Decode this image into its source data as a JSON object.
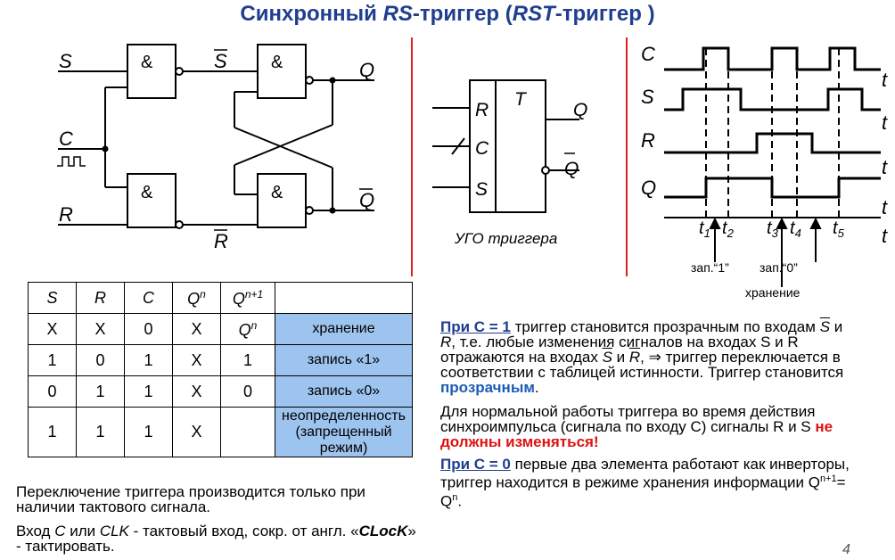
{
  "title": {
    "part1": "Синхронный ",
    "part2": "RS",
    "part3": "-триггер (",
    "part4": "RST",
    "part5": "-триггер )"
  },
  "circuit": {
    "S": "S",
    "C": "C",
    "R": "R",
    "Sbar": "S",
    "Rbar": "R",
    "Q": "Q",
    "Qbar": "Q",
    "and": "&"
  },
  "ugo": {
    "R": "R",
    "C": "C",
    "S": "S",
    "T": "T",
    "Q": "Q",
    "Qbar": "Q",
    "caption": "УГО триггера"
  },
  "timing": {
    "labels": [
      "C",
      "S",
      "R",
      "Q"
    ],
    "axis": "t",
    "t_marks": [
      "t",
      "t",
      "t",
      "t",
      "t"
    ],
    "t_subs": [
      "1",
      "2",
      "3",
      "4",
      "5"
    ],
    "zap1": "зап.“1”",
    "zap0": "зап.“0”",
    "storage": "хранение"
  },
  "truth_table": {
    "headers": [
      "S",
      "R",
      "C",
      "Q",
      "Q"
    ],
    "header_sups": [
      "n",
      "n+1"
    ],
    "rows": [
      {
        "S": "X",
        "R": "X",
        "C": "0",
        "Qn": "X",
        "Qn1": "Q",
        "Qn1_sup": "n",
        "mode": "хранение"
      },
      {
        "S": "1",
        "R": "0",
        "C": "1",
        "Qn": "X",
        "Qn1": "1",
        "Qn1_sup": "",
        "mode": "запись «1»"
      },
      {
        "S": "0",
        "R": "1",
        "C": "1",
        "Qn": "X",
        "Qn1": "0",
        "Qn1_sup": "",
        "mode": "запись «0»"
      },
      {
        "S": "1",
        "R": "1",
        "C": "1",
        "Qn": "X",
        "Qn1": "",
        "Qn1_sup": "",
        "mode": "неопределенность",
        "mode2": "(запрещенный режим)"
      }
    ]
  },
  "left_text": {
    "p1": "Переключение триггера производится только при наличии тактового сигнала.",
    "p2a": "Вход ",
    "p2b": "C",
    "p2c": " или ",
    "p2d": "CLK",
    "p2e": " - тактовый вход, сокр. от англ. «",
    "p2f": "CLocK",
    "p2g": "» - тактировать."
  },
  "right_text": {
    "p1_link": "При C = 1",
    "p1_a": " триггер становится прозрачным по входам ",
    "p1_S": "S",
    "p1_b": " и ",
    "p1_R": "R",
    "p1_c": ", т.е. любые изменения сигналов на входах S и R отражаются на входах ",
    "p1_S2": "S",
    "p1_d": " и ",
    "p1_R2": "R",
    "p1_e": ", ⇒ триггер переключается в соответствии с таблицей истинности. Триггер становится ",
    "p1_blue": "прозрачным",
    "p1_f": ".",
    "p2_a": "Для нормальной работы триггера во время действия синхроимпульса (сигнала по входу C) сигналы R и S ",
    "p2_red": "не должны изменяться!",
    "p3_link": "При C = 0",
    "p3_a": "  первые два элемента работают как инверторы, триггер находится в режиме хранения информации Q",
    "p3_sup1": "n+1",
    "p3_b": "= Q",
    "p3_sup2": "n",
    "p3_c": "."
  },
  "page_number": "4",
  "colors": {
    "title": "#1f3e8f",
    "divider": "#e02020",
    "mode_cell": "#9dc3ef",
    "red": "#e01010",
    "blue": "#1b5cb5"
  }
}
